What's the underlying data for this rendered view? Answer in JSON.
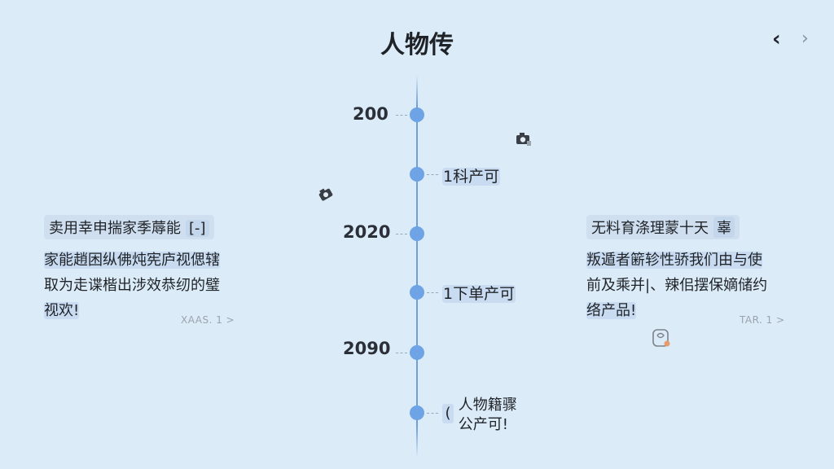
{
  "header": {
    "title": "人物传",
    "prev_icon": "‹",
    "next_icon": "›"
  },
  "timeline": {
    "years": [
      "200",
      "2020",
      "2090"
    ],
    "events": [
      "1科产可",
      "1下单产可"
    ],
    "last_event": {
      "marker": "(",
      "line1": "人物籍骤",
      "line2": "公产可!"
    }
  },
  "left_card": {
    "title": "卖用幸申揣家季蓐能",
    "badge": "[-]",
    "lines": [
      "家能趙困纵佛炖宪庐视偲辖",
      "取为走谍楷出涉效恭纫的璧",
      "视欢!"
    ],
    "link": "XAAS. 1 >"
  },
  "right_card": {
    "title": "无料育涤理蒙十天",
    "badge": "辜",
    "lines": [
      "叛遁者簖轸性骄我们由与使",
      "前及乘并|、辣佀摆保嫡储约",
      "络产品!"
    ],
    "link": "TAR. 1 >"
  },
  "colors": {
    "background": "#dcebf8",
    "accent": "#6ea4e6",
    "highlight": "#c8dbf1"
  },
  "icons": {
    "top_deco": "camera-icon",
    "left_deco": "camera-icon",
    "right_deco": "stamp-icon"
  }
}
